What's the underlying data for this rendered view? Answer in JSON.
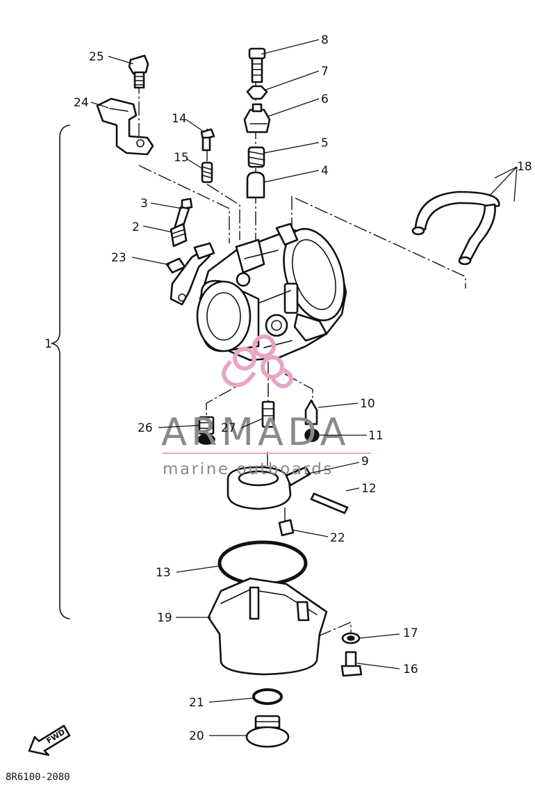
{
  "diagram_code": "8R6100-2080",
  "fwd_label": "FWD",
  "watermark": {
    "brand": "ARMADA",
    "tagline": "marine outboards",
    "logo_color": "#e8a6c4",
    "text_color": "#8a8a8a"
  },
  "callouts": [
    {
      "id": "c1",
      "label": "1"
    },
    {
      "id": "c2",
      "label": "2"
    },
    {
      "id": "c3",
      "label": "3"
    },
    {
      "id": "c4",
      "label": "4"
    },
    {
      "id": "c5",
      "label": "5"
    },
    {
      "id": "c6",
      "label": "6"
    },
    {
      "id": "c7",
      "label": "7"
    },
    {
      "id": "c8",
      "label": "8"
    },
    {
      "id": "c9",
      "label": "9"
    },
    {
      "id": "c10",
      "label": "10"
    },
    {
      "id": "c11",
      "label": "11"
    },
    {
      "id": "c12",
      "label": "12"
    },
    {
      "id": "c13",
      "label": "13"
    },
    {
      "id": "c14",
      "label": "14"
    },
    {
      "id": "c15",
      "label": "15"
    },
    {
      "id": "c16",
      "label": "16"
    },
    {
      "id": "c17",
      "label": "17"
    },
    {
      "id": "c18",
      "label": "18"
    },
    {
      "id": "c19",
      "label": "19"
    },
    {
      "id": "c20",
      "label": "20"
    },
    {
      "id": "c21",
      "label": "21"
    },
    {
      "id": "c22",
      "label": "22"
    },
    {
      "id": "c23",
      "label": "23"
    },
    {
      "id": "c24",
      "label": "24"
    },
    {
      "id": "c25",
      "label": "25"
    },
    {
      "id": "c26",
      "label": "26"
    },
    {
      "id": "c27",
      "label": "27"
    }
  ]
}
